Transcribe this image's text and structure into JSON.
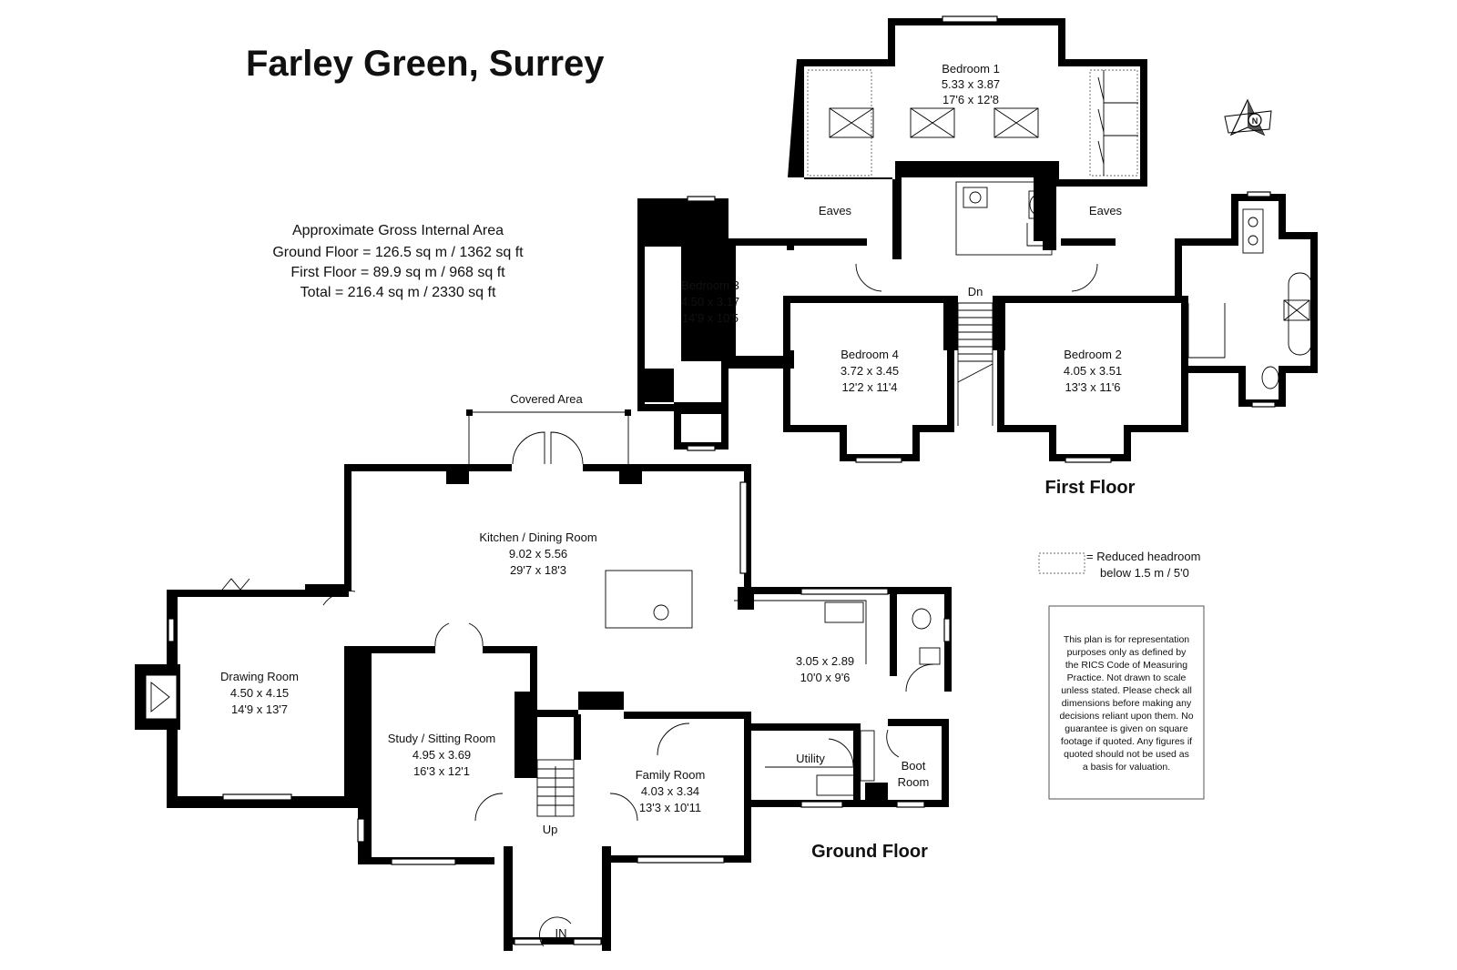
{
  "title": "Farley Green, Surrey",
  "area_summary": {
    "heading": "Approximate Gross Internal Area",
    "ground": "Ground Floor = 126.5 sq m / 1362 sq ft",
    "first": "First Floor = 89.9 sq m / 968 sq ft",
    "total": "Total = 216.4 sq m / 2330 sq ft"
  },
  "first_floor": {
    "label": "First Floor",
    "rooms": {
      "bedroom1": {
        "name": "Bedroom 1",
        "metric": "5.33 x 3.87",
        "imperial": "17'6 x 12'8"
      },
      "bedroom2": {
        "name": "Bedroom 2",
        "metric": "4.05 x 3.51",
        "imperial": "13'3 x 11'6"
      },
      "bedroom3": {
        "name": "Bedroom 3",
        "metric": "4.50 x 3.17",
        "imperial": "14'9 x 10'5"
      },
      "bedroom4": {
        "name": "Bedroom 4",
        "metric": "3.72 x 3.45",
        "imperial": "12'2 x 11'4"
      }
    },
    "eaves_left": "Eaves",
    "eaves_right": "Eaves",
    "stairs": "Dn"
  },
  "ground_floor": {
    "label": "Ground Floor",
    "covered_area": "Covered Area",
    "rooms": {
      "kitchen": {
        "name": "Kitchen / Dining Room",
        "metric": "9.02 x 5.56",
        "imperial": "29'7 x 18'3"
      },
      "drawing": {
        "name": "Drawing Room",
        "metric": "4.50 x 4.15",
        "imperial": "14'9 x 13'7"
      },
      "study": {
        "name": "Study / Sitting Room",
        "metric": "4.95 x 3.69",
        "imperial": "16'3 x 12'1"
      },
      "family": {
        "name": "Family Room",
        "metric": "4.03 x 3.34",
        "imperial": "13'3 x 10'11"
      },
      "utility_room": {
        "metric": "3.05 x 2.89",
        "imperial": "10'0 x 9'6"
      },
      "utility": {
        "name": "Utility"
      },
      "boot": {
        "name1": "Boot",
        "name2": "Room"
      }
    },
    "stairs": "Up",
    "entrance": "IN"
  },
  "legend": {
    "line1": "= Reduced headroom",
    "line2": "below 1.5 m / 5'0"
  },
  "compass": "N",
  "disclaimer": [
    "This plan is for representation",
    "purposes only as defined by",
    "the RICS Code of Measuring",
    "Practice. Not drawn to scale",
    "unless stated. Please check all",
    "dimensions before making any",
    "decisions reliant upon them. No",
    "guarantee is given on square",
    "footage if quoted. Any figures if",
    "quoted should not be used as",
    "a basis for valuation."
  ]
}
